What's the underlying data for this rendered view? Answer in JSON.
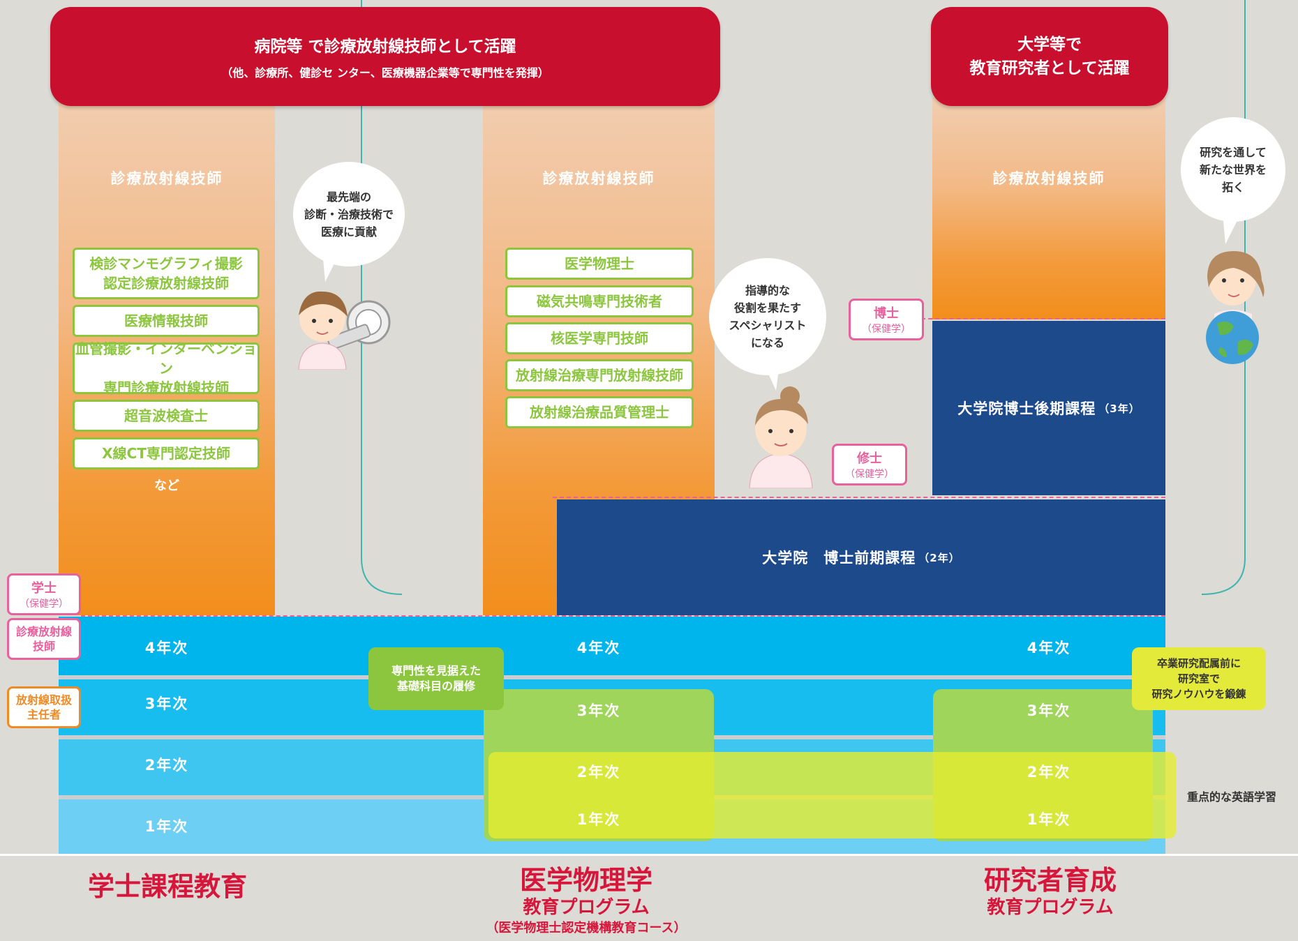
{
  "banners": {
    "hospital_title": "病院等 で診療放射線技師として活躍",
    "hospital_sub": "（他、診療所、健診セ ンター、医療機器企業等で専門性を発揮）",
    "university_line1": "大学等で",
    "university_line2": "教育研究者として活躍"
  },
  "columns": {
    "col1_title": "診療放射線技師",
    "col2_title": "診療放射線技師",
    "col3_title": "診療放射線技師"
  },
  "certs_col1": [
    {
      "l1": "検診マンモグラフィ撮影",
      "l2": "認定診療放射線技師"
    },
    {
      "l1": "医療情報技師",
      "l2": ""
    },
    {
      "l1": "血管撮影・インターベンション",
      "l2": "専門診療放射線技師"
    },
    {
      "l1": "超音波検査士",
      "l2": ""
    },
    {
      "l1": "X線CT専門認定技師",
      "l2": ""
    }
  ],
  "etc_label": "など",
  "certs_col2": [
    "医学物理士",
    "磁気共鳴専門技術者",
    "核医学専門技師",
    "放射線治療専門放射線技師",
    "放射線治療品質管理士"
  ],
  "bubbles": {
    "b1": [
      "最先端の",
      "診断・治療技術で",
      "医療に貢献"
    ],
    "b2": [
      "指導的な",
      "役割を果たす",
      "スペシャリスト",
      "になる"
    ],
    "b3": [
      "研究を通して",
      "新たな世界を",
      "拓く"
    ]
  },
  "grad": {
    "master": "大学院　博士前期課程",
    "master_years": "（2年）",
    "doctor": "大学院博士後期課程",
    "doctor_years": "（3年）"
  },
  "degrees": {
    "phd": "博士",
    "phd_sub": "（保健学）",
    "master": "修士",
    "master_sub": "（保健学）",
    "bachelor": "学士",
    "bachelor_sub": "（保健学）",
    "license": [
      "診療放射線",
      "技師"
    ],
    "radiation": [
      "放射線取扱",
      "主任者"
    ]
  },
  "years": {
    "y4": "4年次",
    "y3": "3年次",
    "y2": "2年次",
    "y1": "1年次"
  },
  "notes": {
    "basic": [
      "専門性を見据えた",
      "基礎科目の履修"
    ],
    "lab": [
      "卒業研究配属前に",
      "研究室で",
      "研究ノウハウを鍛錬"
    ],
    "english": "重点的な英語学習"
  },
  "bottom": {
    "p1": "学士課程教育",
    "p2_l1": "医学物理学",
    "p2_l2": "教育プログラム",
    "p2_l3": "（医学物理士認定機構教育コース）",
    "p3_l1": "研究者育成",
    "p3_l2": "教育プログラム"
  },
  "colors": {
    "red": "#c8102e",
    "navy": "#1d4a8a",
    "cyan": "#00b3ea",
    "green": "#8cc63f",
    "yellow": "#e4ea3a",
    "pink": "#e8609c",
    "orange": "#f08a24"
  }
}
